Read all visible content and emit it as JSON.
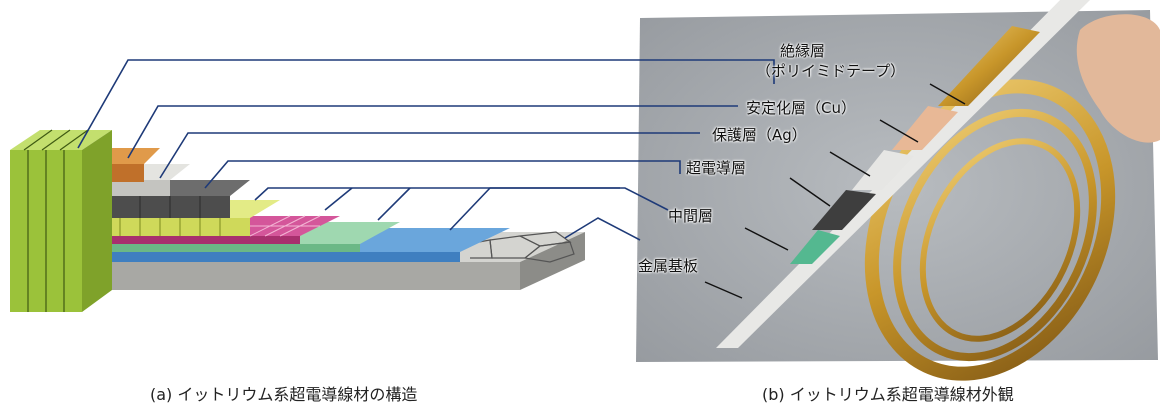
{
  "labels": {
    "insulation": "絶縁層",
    "insulation_sub": "（ポリイミドテープ）",
    "stabilizer": "安定化層（Cu）",
    "protective": "保護層（Ag）",
    "superconducting": "超電導層",
    "intermediate": "中間層",
    "substrate": "金属基板"
  },
  "captions": {
    "left": "(a) イットリウム系超電導線材の構造",
    "right": "(b) イットリウム系超電導線材外観"
  },
  "colors": {
    "leader_line": "#1e3a78",
    "insulation": "#9bc23a",
    "stabilizer": "#c87a2a",
    "protective": "#c9c9c6",
    "superconducting": "#4d4d4d",
    "buffer_magenta": "#c2407a",
    "intermediate": "#7fc79a",
    "buffer_blue": "#4f8fcf",
    "substrate": "#b9b9b5",
    "photo_background": "#a9adb0",
    "tape_gold": "#c8962a"
  }
}
